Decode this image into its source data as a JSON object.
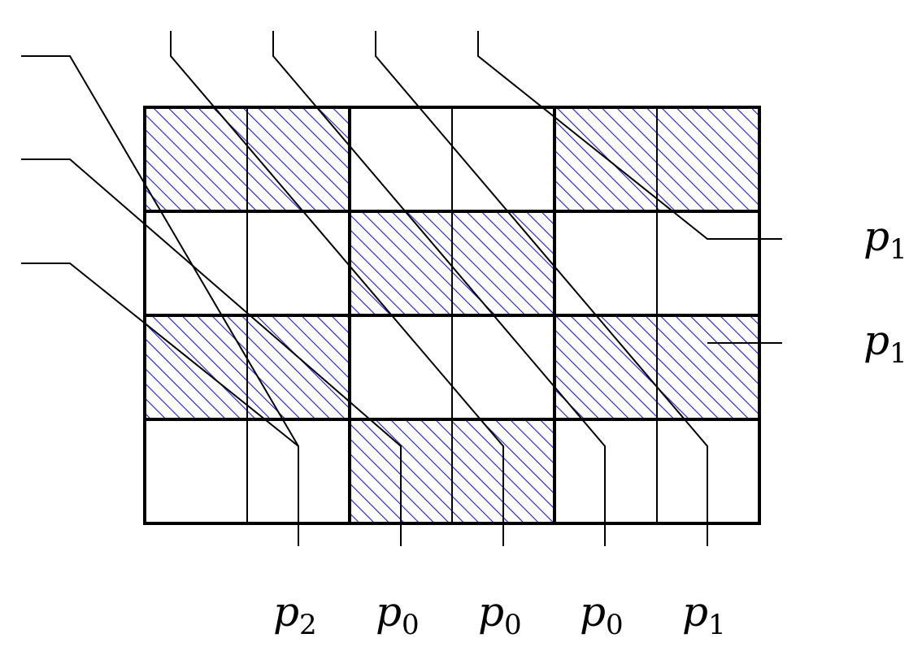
{
  "grid": {
    "rows": [
      [
        "hatched",
        "hatched",
        "white",
        "white",
        "hatched",
        "hatched"
      ],
      [
        "white",
        "white",
        "hatched",
        "hatched",
        "white",
        "white"
      ],
      [
        "hatched",
        "hatched",
        "white",
        "white",
        "hatched",
        "hatched"
      ],
      [
        "white",
        "white",
        "hatched",
        "hatched",
        "white",
        "white"
      ]
    ]
  },
  "colors": {
    "hatch": "#1a1adb",
    "stroke": "#000000",
    "background": "#ffffff"
  },
  "right_labels": [
    {
      "base": "p",
      "sub": "1"
    },
    {
      "base": "p",
      "sub": "1"
    }
  ],
  "bottom_labels": [
    {
      "base": "p",
      "sub": "2"
    },
    {
      "base": "p",
      "sub": "0"
    },
    {
      "base": "p",
      "sub": "0"
    },
    {
      "base": "p",
      "sub": "0"
    },
    {
      "base": "p",
      "sub": "1"
    }
  ]
}
